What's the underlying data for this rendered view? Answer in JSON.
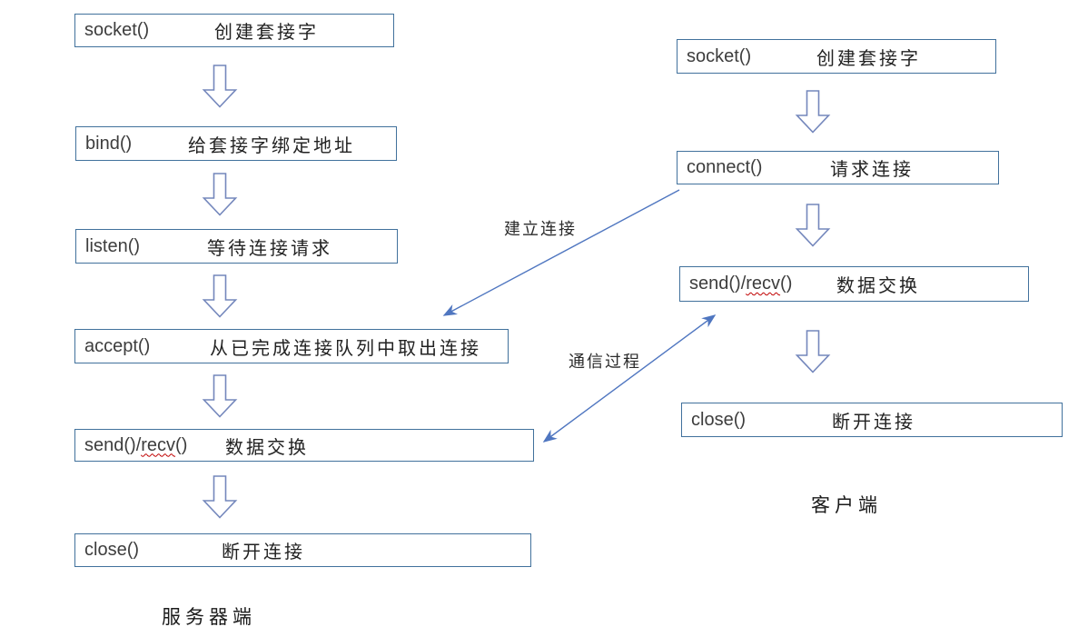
{
  "server": {
    "label": "服务器端",
    "boxes": [
      {
        "fn": "socket()",
        "desc": "创建套接字"
      },
      {
        "fn": "bind()",
        "desc": "给套接字绑定地址"
      },
      {
        "fn": "listen()",
        "desc": "等待连接请求"
      },
      {
        "fn": "accept()",
        "desc": "从已完成连接队列中取出连接"
      },
      {
        "fn_pre": "send()/",
        "fn_mid": "recv",
        "fn_post": "()",
        "desc": "数据交换"
      },
      {
        "fn": "close()",
        "desc": "断开连接"
      }
    ]
  },
  "client": {
    "label": "客户端",
    "boxes": [
      {
        "fn": "socket()",
        "desc": "创建套接字"
      },
      {
        "fn": "connect()",
        "desc": "请求连接"
      },
      {
        "fn_pre": "send()/",
        "fn_mid": "recv",
        "fn_post": "()",
        "desc": "数据交换"
      },
      {
        "fn": "close()",
        "desc": "断开连接"
      }
    ]
  },
  "connections": {
    "establish": "建立连接",
    "communicate": "通信过程"
  },
  "colors": {
    "box_border": "#41719C",
    "block_arrow_outline": "#7487BC",
    "line_arrow": "#4F76C0",
    "misspell_underline": "#C00000",
    "text": "#222222"
  }
}
